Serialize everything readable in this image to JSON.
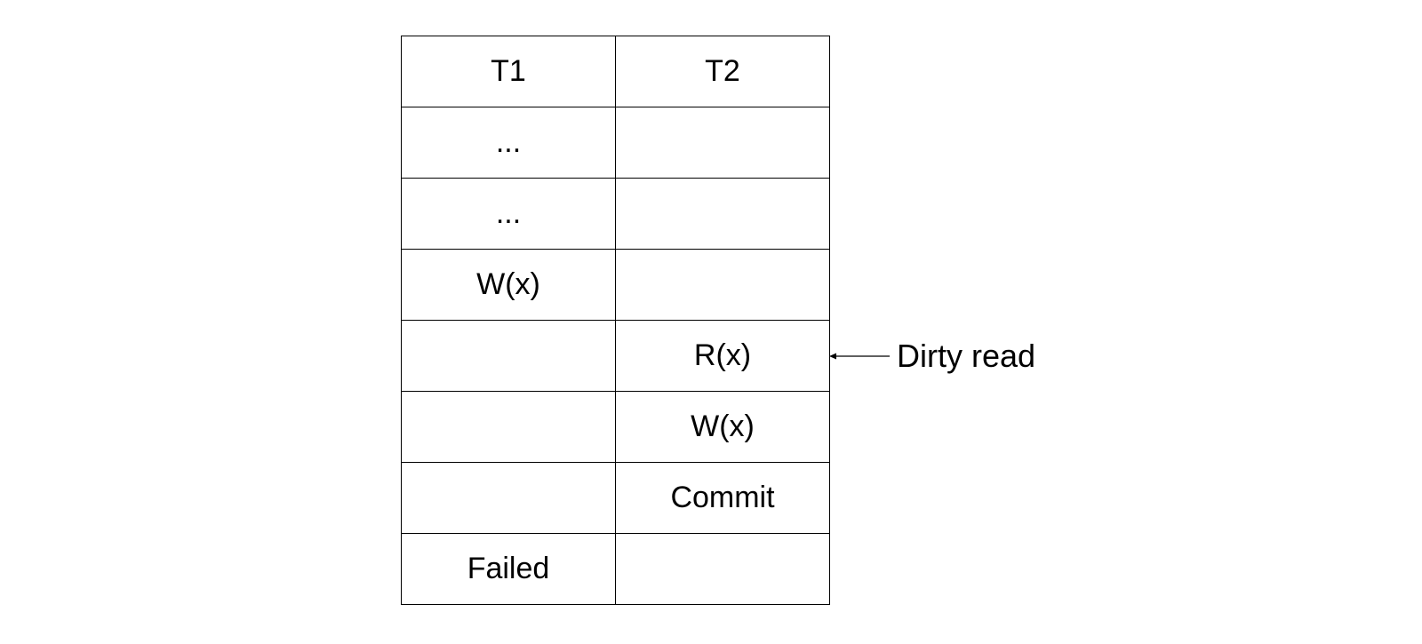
{
  "table": {
    "headers": [
      "T1",
      "T2"
    ],
    "rows": [
      [
        "...",
        ""
      ],
      [
        "...",
        ""
      ],
      [
        "W(x)",
        ""
      ],
      [
        "",
        "R(x)"
      ],
      [
        "",
        "W(x)"
      ],
      [
        "",
        "Commit"
      ],
      [
        "Failed",
        ""
      ]
    ]
  },
  "annotation": {
    "label": "Dirty read",
    "points_to": "R(x)"
  }
}
